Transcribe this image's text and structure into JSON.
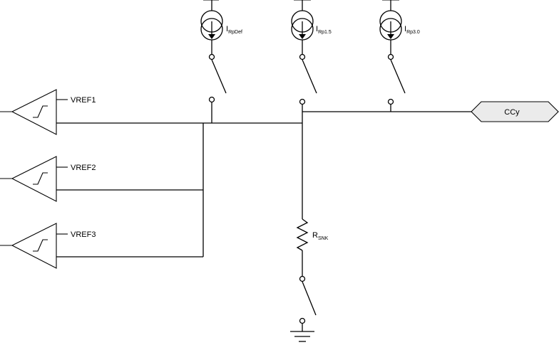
{
  "comparators": {
    "c1": {
      "ref": "VREF1"
    },
    "c2": {
      "ref": "VREF2"
    },
    "c3": {
      "ref": "VREF3"
    }
  },
  "sources": {
    "s1": {
      "main": "I",
      "sub": "RpDef"
    },
    "s2": {
      "main": "I",
      "sub": "Rp1.5"
    },
    "s3": {
      "main": "I",
      "sub": "Rp3.0"
    }
  },
  "resistor": {
    "main": "R",
    "sub": "SNK"
  },
  "port": {
    "label": "CCy"
  }
}
